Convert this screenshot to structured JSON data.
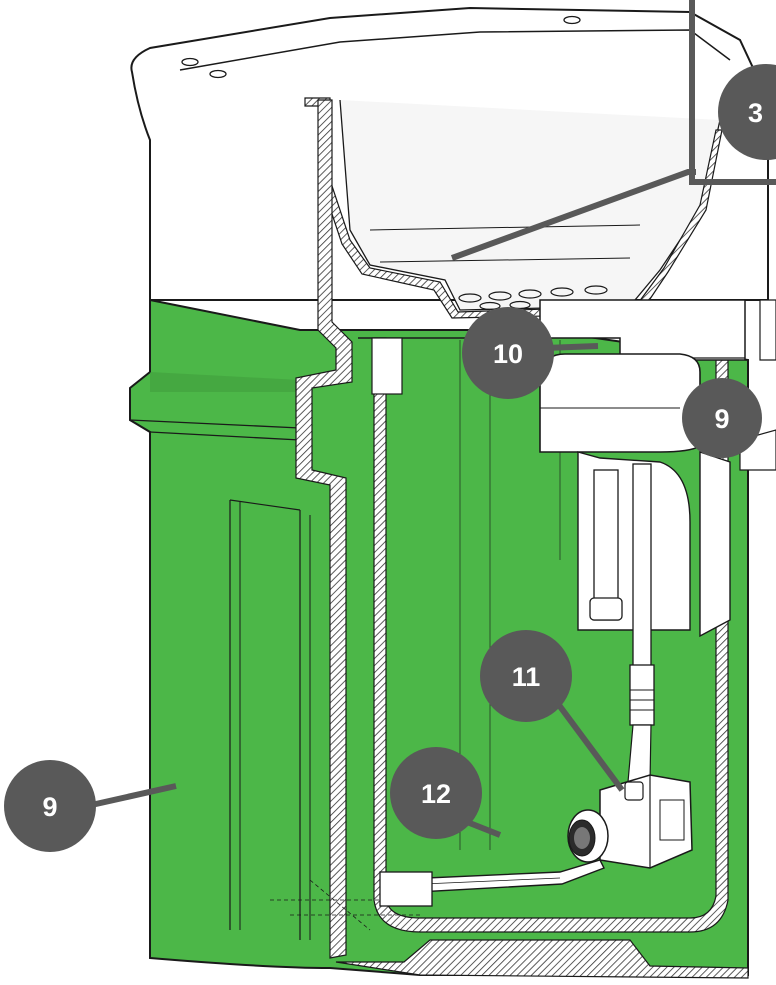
{
  "colors": {
    "reservoir_green": "#4cb748",
    "green_shadow": "#3f9d3c",
    "outline": "#1a1a1a",
    "callout_fill": "#595959",
    "callout_text": "#ffffff",
    "white_parts": "#ffffff"
  },
  "callouts": [
    {
      "id": "callout-3",
      "label": "3"
    },
    {
      "id": "callout-9-lid",
      "label": "9"
    },
    {
      "id": "callout-10",
      "label": "10"
    },
    {
      "id": "callout-11",
      "label": "11"
    },
    {
      "id": "callout-12",
      "label": "12"
    },
    {
      "id": "callout-9-body",
      "label": "9"
    }
  ]
}
